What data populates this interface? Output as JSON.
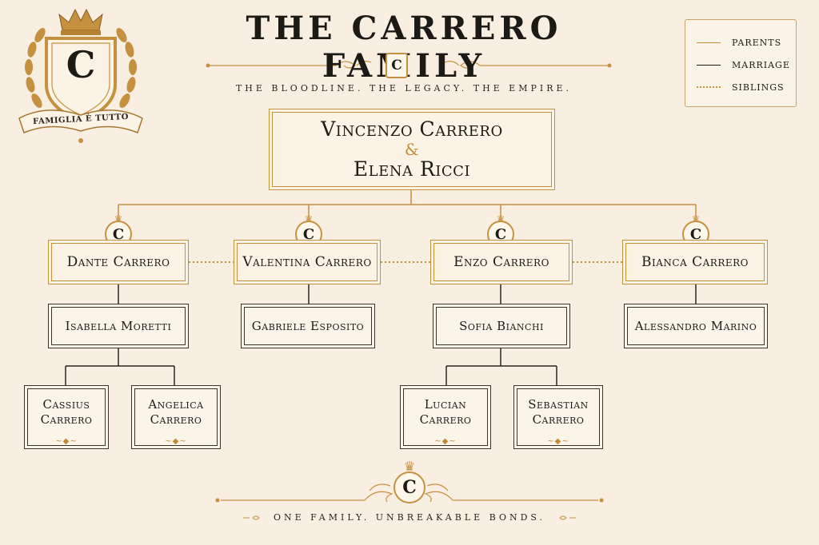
{
  "header": {
    "title": "THE CARRERO FAMILY",
    "monogram": "C",
    "subtitle": "THE BLOODLINE. THE LEGACY. THE EMPIRE."
  },
  "crest": {
    "letter": "C",
    "motto": "FAMIGLIA È TUTTO"
  },
  "legend": {
    "items": [
      {
        "label": "PARENTS",
        "style": "gold-solid",
        "color": "#c6913f"
      },
      {
        "label": "MARRIAGE",
        "style": "dark-solid",
        "color": "#1d1a16"
      },
      {
        "label": "SIBLINGS",
        "style": "gold-dotted",
        "color": "#c6913f"
      }
    ]
  },
  "root": {
    "name1": "Vincenzo Carrero",
    "amp": "&",
    "name2": "Elena Ricci"
  },
  "children": [
    {
      "name": "Dante Carrero",
      "monogram": "C",
      "spouse": "Isabella Moretti"
    },
    {
      "name": "Valentina Carrero",
      "monogram": "C",
      "spouse": "Gabriele Esposito"
    },
    {
      "name": "Enzo Carrero",
      "monogram": "C",
      "spouse": "Sofia Bianchi"
    },
    {
      "name": "Bianca Carrero",
      "monogram": "C",
      "spouse": "Alessandro Marino"
    }
  ],
  "grandchildren": [
    {
      "line1": "Cassius",
      "line2": "Carrero"
    },
    {
      "line1": "Angelica",
      "line2": "Carrero"
    },
    {
      "line1": "Lucian",
      "line2": "Carrero"
    },
    {
      "line1": "Sebastian",
      "line2": "Carrero"
    }
  ],
  "footer": {
    "monogram": "C",
    "text": "ONE FAMILY. UNBREAKABLE BONDS."
  },
  "colors": {
    "gold": "#c6913f",
    "ink": "#1d1a16",
    "paper": "#f8efe2"
  },
  "icons": [
    "crest-shield-icon",
    "laurel-wreath-icon",
    "crown-icon",
    "flourish-ornament-icon"
  ]
}
